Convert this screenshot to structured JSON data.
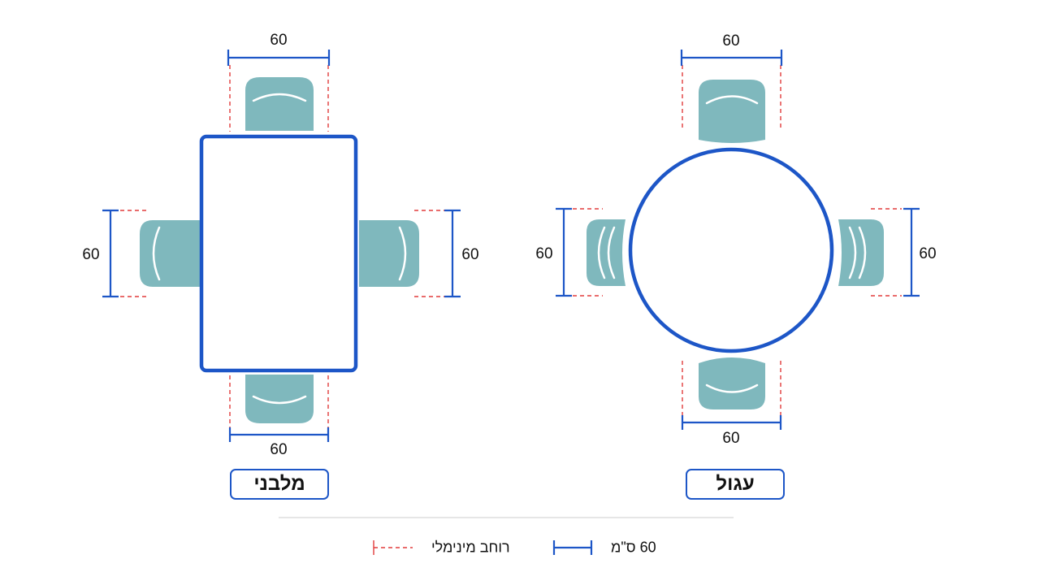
{
  "colors": {
    "chair": "#7fb8bd",
    "chair_highlight": "#ffffff",
    "table_outline": "#1d56c7",
    "dimension_line": "#1d56c7",
    "min_width_dash": "#e23b3b",
    "divider": "#dddddd"
  },
  "rect_table": {
    "name": "מלבני",
    "dimensions": {
      "top": "60",
      "bottom": "60",
      "left": "60",
      "right": "60"
    }
  },
  "round_table": {
    "name": "עגול",
    "dimensions": {
      "top": "60",
      "bottom": "60",
      "left": "60",
      "right": "60"
    }
  },
  "legend": {
    "dim_line_label": "60 ס\"מ",
    "min_width_label": "רוחב מינימלי"
  }
}
